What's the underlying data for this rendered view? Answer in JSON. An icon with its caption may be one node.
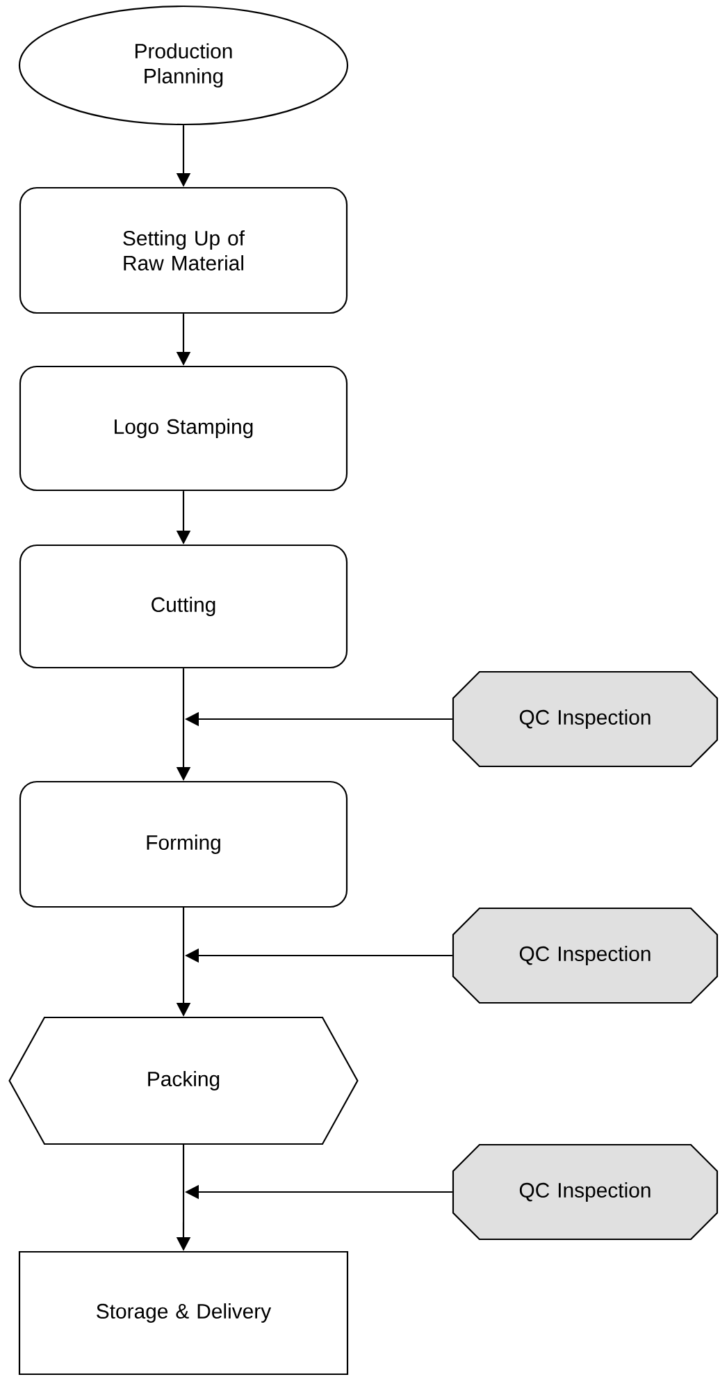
{
  "diagram": {
    "nodes": [
      {
        "text": [
          "Production Planning"
        ]
      },
      {
        "text": [
          "Setting Up of Raw Material"
        ]
      },
      {
        "text": [
          "Logo Stamping"
        ]
      },
      {
        "text": [
          "Cutting"
        ]
      },
      {
        "text": [
          "QC Inspection"
        ]
      },
      {
        "text": [
          "Forming"
        ]
      },
      {
        "text": [
          "QC Inspection"
        ]
      },
      {
        "text": [
          "Packing"
        ]
      },
      {
        "text": [
          "QC Inspection"
        ]
      },
      {
        "text": [
          "Storage & Delivery"
        ]
      }
    ],
    "edges": [
      {
        "from": 0,
        "to": 1,
        "arrow": "to"
      },
      {
        "from": 1,
        "to": 2,
        "arrow": "to"
      },
      {
        "from": 2,
        "to": 3,
        "arrow": "to"
      },
      {
        "from": 4,
        "to": null,
        "arrow": "to"
      },
      {
        "from": 3,
        "to": 5,
        "arrow": "to"
      },
      {
        "from": 6,
        "to": null,
        "arrow": "to"
      },
      {
        "from": 5,
        "to": 7,
        "arrow": "to"
      },
      {
        "from": 8,
        "to": null,
        "arrow": "to"
      },
      {
        "from": 7,
        "to": 9,
        "arrow": "to"
      }
    ]
  }
}
